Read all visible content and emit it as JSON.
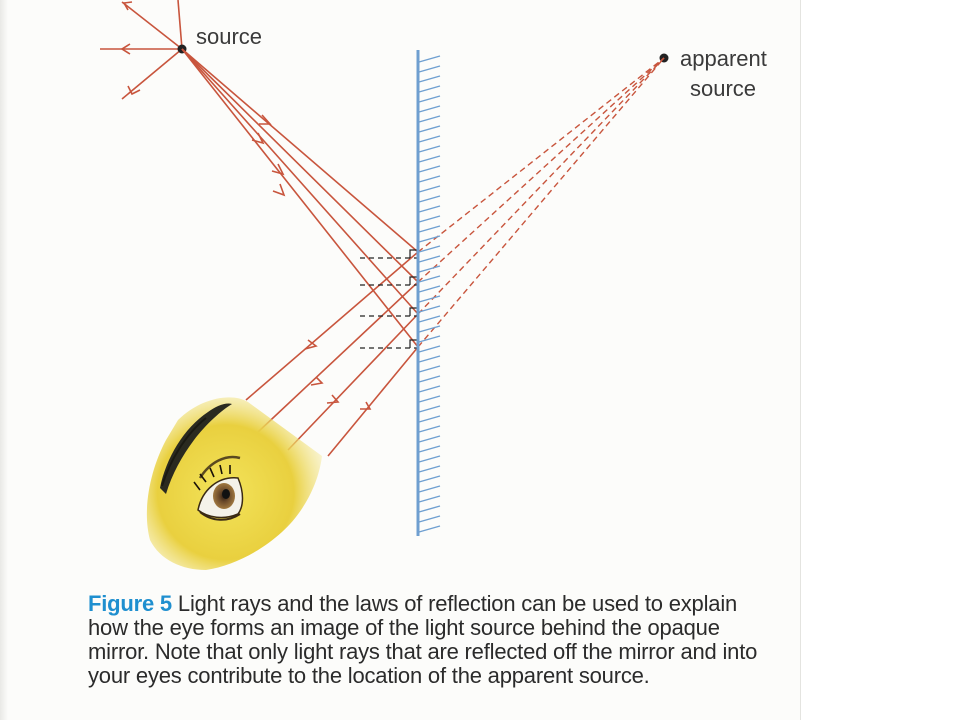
{
  "labels": {
    "source": "source",
    "apparent_line1": "apparent",
    "apparent_line2": "source"
  },
  "caption": {
    "figure_label": "Figure 5",
    "text": "Light rays and the laws of reflection can be used to explain how the eye forms an image of the light source behind the opaque mirror. Note that only light rays that are reflected off the mirror and into your eyes contribute to the location of the apparent source."
  },
  "colors": {
    "ray": "#c8553d",
    "mirror": "#6f9fd0",
    "skin": "#ecd44a",
    "figure_label": "#1f8fcf"
  }
}
